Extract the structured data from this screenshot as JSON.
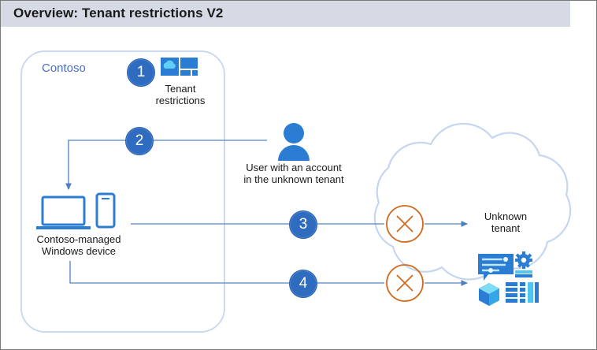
{
  "header": {
    "title": "Overview: Tenant restrictions V2",
    "bar_color": "#d5dae4",
    "text_color": "#1a1a1a"
  },
  "colors": {
    "accent_blue": "#2f6cbf",
    "line_blue": "#6f97cf",
    "icon_blue": "#2b7cd3",
    "icon_cyan": "#50c5f0",
    "cloud_stroke": "#c6d6ef",
    "boundary_stroke": "#ccd9ee",
    "block_orange": "#d2691e",
    "contoso_text": "#4a6fc4"
  },
  "boundary": {
    "label": "Contoso",
    "name": "contoso-boundary"
  },
  "steps": [
    {
      "number": "1",
      "name": "step-1-badge"
    },
    {
      "number": "2",
      "name": "step-2-badge"
    },
    {
      "number": "3",
      "name": "step-3-badge"
    },
    {
      "number": "4",
      "name": "step-4-badge"
    }
  ],
  "nodes": {
    "tenant_restrictions": {
      "label": "Tenant\nrestrictions",
      "icon": "tenant-restrictions-icon"
    },
    "user": {
      "label": "User with an account\nin the unknown tenant",
      "icon": "user-person-icon"
    },
    "device": {
      "label": "Contoso-managed\nWindows device",
      "icon": "laptop-and-phone-icon"
    },
    "unknown_tenant": {
      "label": "Unknown\ntenant",
      "icon": "cloud-shape"
    },
    "apps": {
      "icon": "cloud-apps-icon",
      "parts": [
        "chat-settings-bubble-icon",
        "gear-icon",
        "cube-icon",
        "grid-table-icon"
      ]
    }
  },
  "blocks": [
    {
      "name": "block-x-icon-3",
      "symbol": "×"
    },
    {
      "name": "block-x-icon-4",
      "symbol": "×"
    }
  ]
}
